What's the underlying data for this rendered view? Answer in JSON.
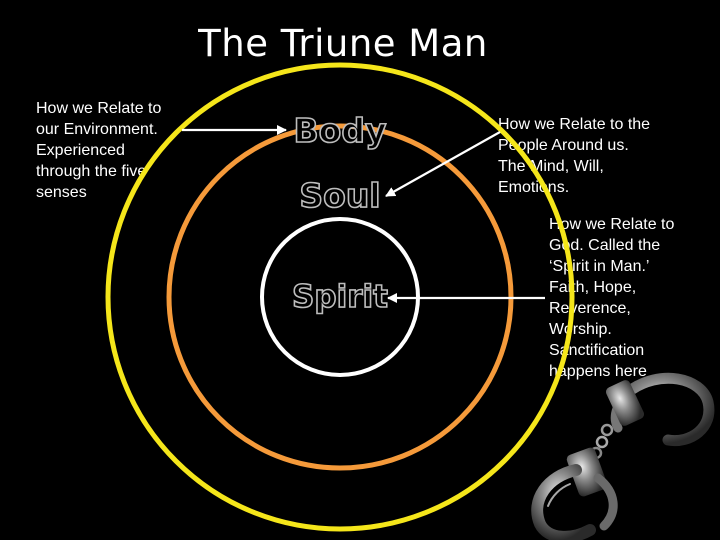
{
  "title": "The Triune Man",
  "rings": {
    "body": {
      "label": "Body",
      "color": "#f5e61a"
    },
    "soul": {
      "label": "Soul",
      "color": "#f59a3a"
    },
    "spirit": {
      "label": "Spirit",
      "color": "#ffffff"
    }
  },
  "notes": {
    "body": [
      "How we Relate to",
      "our Environment.",
      "Experienced",
      "through the five",
      "senses"
    ],
    "soul": [
      "How we Relate to the",
      "People Around us.",
      "The Mind, Will,",
      "Emotions."
    ],
    "spirit": [
      "How we Relate to",
      "God.  Called the",
      "‘Spirit in Man.’",
      "Faith, Hope,",
      "Reverence,",
      "Worship.",
      "Sanctification",
      "happens here"
    ]
  },
  "image": {
    "name": "handcuffs"
  }
}
